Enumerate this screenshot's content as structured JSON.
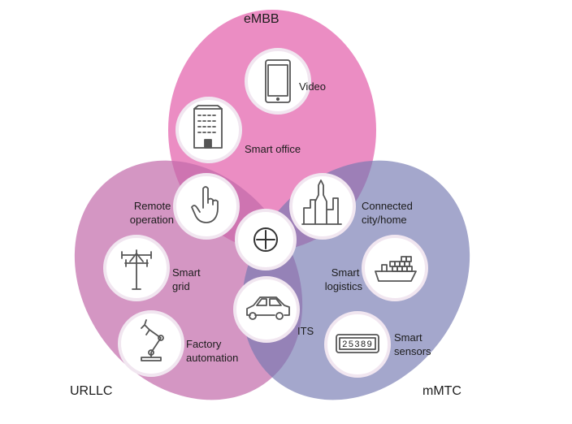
{
  "sets": {
    "embb": "eMBB",
    "urllc": "URLLC",
    "mmtc": "mMTC"
  },
  "use_cases": {
    "video": "Video",
    "smart_office": "Smart office",
    "remote_operation": [
      "Remote",
      "operation"
    ],
    "connected_city": [
      "Connected",
      "city/home"
    ],
    "smart_grid": [
      "Smart",
      "grid"
    ],
    "smart_logistics": [
      "Smart",
      "logistics"
    ],
    "its": "ITS",
    "factory_automation": [
      "Factory",
      "automation"
    ],
    "smart_sensors": [
      "Smart",
      "sensors"
    ]
  },
  "meter_reading": "25389",
  "colors": {
    "embb": "#e879b8",
    "urllc": "#cf7bb5",
    "mmtc": "#8f93c2",
    "icon_ring": "#f1e6f0",
    "icon_stroke": "#555555"
  },
  "icons": {
    "video": "smartphone-icon",
    "smart_office": "office-building-icon",
    "remote_operation": "pointing-hand-icon",
    "connected_city": "city-skyline-icon",
    "smart_grid": "power-pole-icon",
    "smart_logistics": "cargo-ship-icon",
    "its": "car-icon",
    "factory_automation": "robot-arm-icon",
    "smart_sensors": "meter-icon",
    "center": "plus-circle-icon"
  }
}
